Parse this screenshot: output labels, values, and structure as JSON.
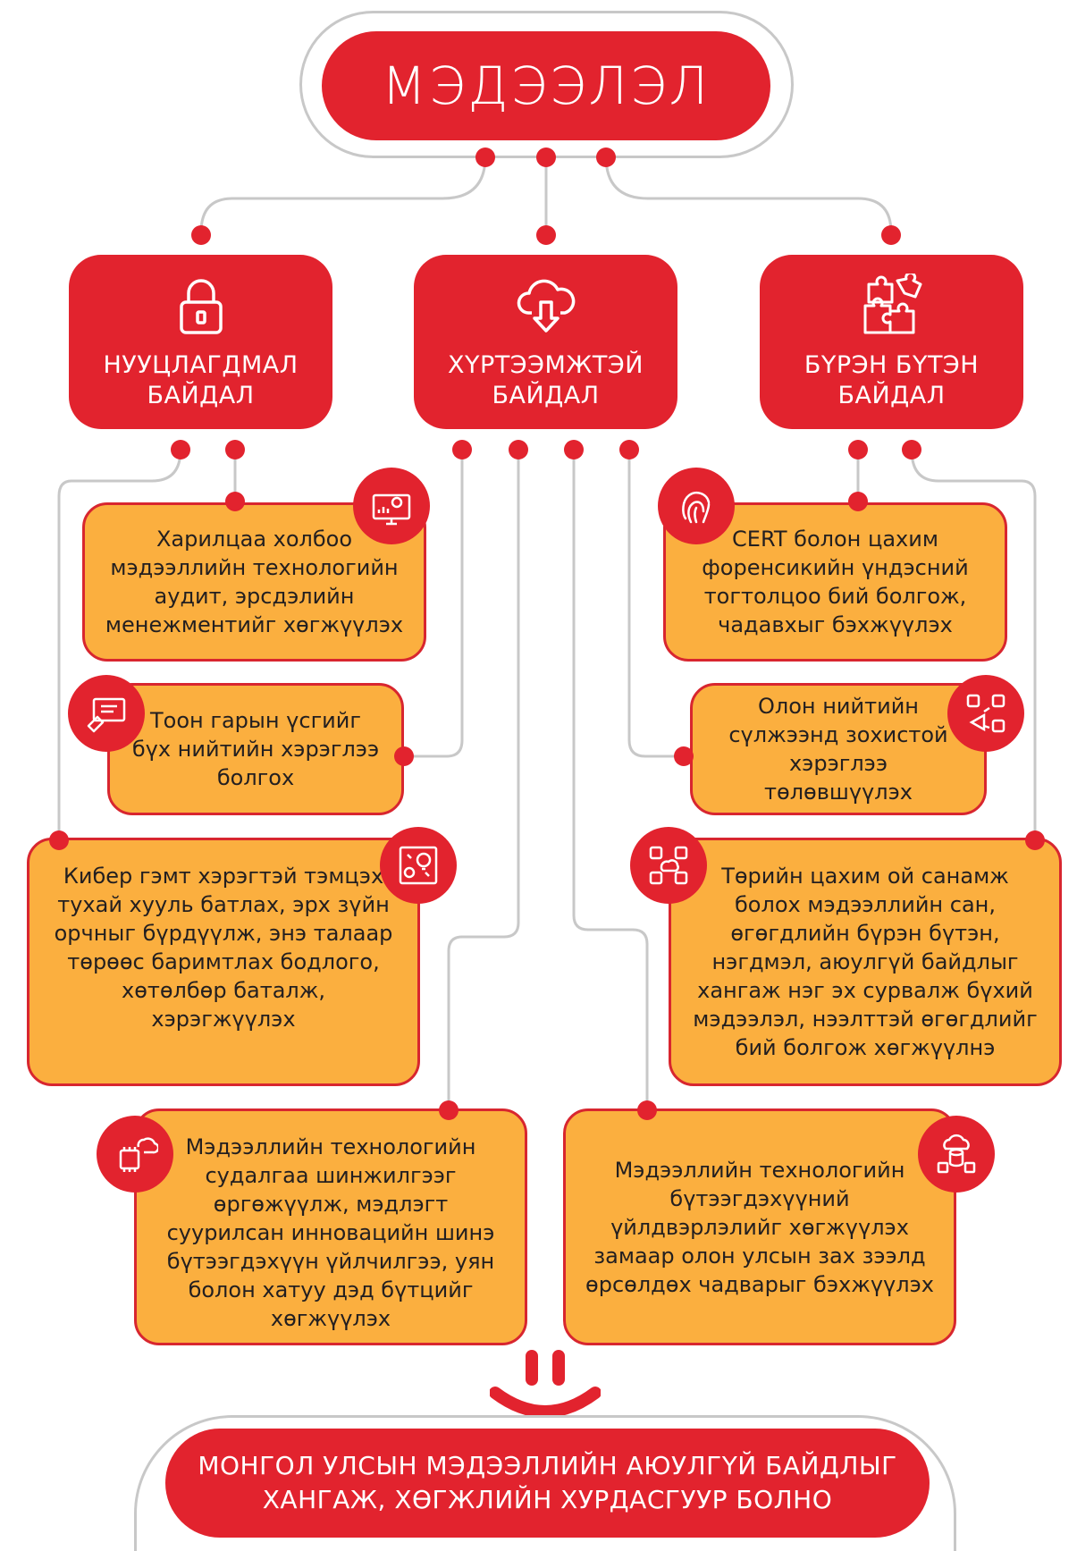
{
  "colors": {
    "red": "#e2232e",
    "orange": "#fbaf3f",
    "wire": "#c8c8c8",
    "text_dark": "#231f20"
  },
  "header": {
    "title": "МЭДЭЭЛЭЛ"
  },
  "pillars": [
    {
      "line1": "НУУЦЛАГДМАЛ",
      "line2": "БАЙДАЛ",
      "icon": "padlock-icon"
    },
    {
      "line1": "ХҮРТЭЭМЖТЭЙ",
      "line2": "БАЙДАЛ",
      "icon": "cloud-download-icon"
    },
    {
      "line1": "БҮРЭН БҮТЭН",
      "line2": "БАЙДАЛ",
      "icon": "puzzle-icon"
    }
  ],
  "cards": [
    {
      "text": "Харилцаа холбоо мэдээллийн технологийн аудит, эрсдэлийн менежментийг хөгжүүлэх",
      "icon": "settings-monitor-icon"
    },
    {
      "text": "Тоон гарын үсгийг бүх нийтийн хэрэглээ болгох",
      "icon": "digital-signature-icon"
    },
    {
      "text": "Кибер гэмт хэрэгтэй тэмцэх тухай хууль батлах, эрх зүйн орчныг бүрдүүлж, энэ талаар төрөөс баримтлах бодлого, хөтөлбөр баталж, хэрэгжүүлэх",
      "icon": "idea-gear-icon"
    },
    {
      "text": "Мэдээллийн технологийн судалгаа шинжилгээг өргөжүүлж, мэдлэгт суурилсан инновацийн шинэ бүтээгдэхүүн үйлчилгээ, уян болон хатуу дэд бүтцийг хөгжүүлэх",
      "icon": "chip-cloud-icon"
    },
    {
      "text": "CERT болон цахим форенсикийн үндэсний тогтолцоо бий болгож, чадавхыг бэхжүүлэх",
      "icon": "fingerprint-icon"
    },
    {
      "text": "Олон нийтийн сүлжээнд зохистой хэрэглээ төлөвшүүлэх",
      "icon": "social-media-icon"
    },
    {
      "text": "Төрийн цахим ой санамж болох мэдээллийн сан, өгөгдлийн бүрэн бүтэн, нэгдмэл, аюулгүй байдлыг хангаж нэг эх сурвалж бүхий мэдээлэл, нээлттэй өгөгдлийг бий болгож хөгжүүлнэ",
      "icon": "network-cloud-icon"
    },
    {
      "text": "Мэдээллийн технологийн бүтээгдэхүүний үйлдвэрлэлийг хөгжүүлэх замаар олон улсын зах зээлд өрсөлдөх чадварыг бэхжүүлэх",
      "icon": "cloud-database-icon"
    }
  ],
  "footer": {
    "line1": "МОНГОЛ УЛСЫН МЭДЭЭЛЛИЙН АЮУЛГҮЙ БАЙДЛЫГ",
    "line2": "ХАНГАЖ, ХӨГЖЛИЙН ХУРДАСГУУР БОЛНО",
    "arrow_icon": "double-chevron-down-icon"
  }
}
